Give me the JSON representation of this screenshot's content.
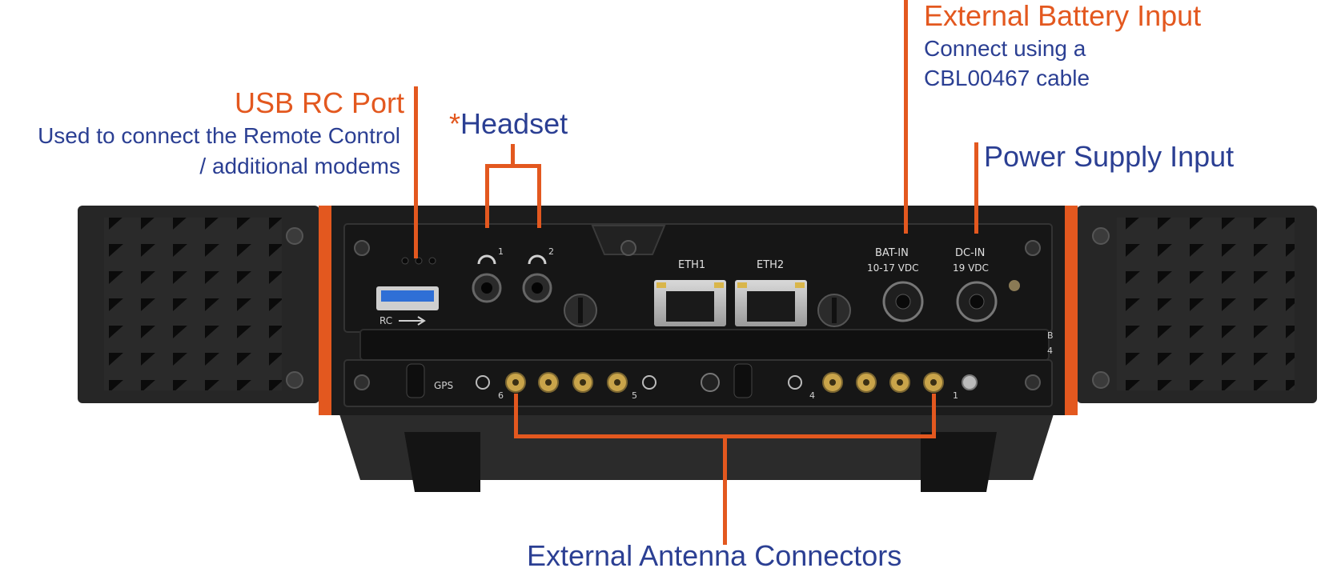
{
  "annotations": {
    "usb_rc": {
      "title": "USB RC Port",
      "desc_line1": "Used to connect the Remote Control",
      "desc_line2": "/ additional modems"
    },
    "headset": {
      "asterisk": "*",
      "title": "Headset"
    },
    "ext_battery": {
      "title": "External Battery Input",
      "desc_line1": "Connect using a",
      "desc_line2": "CBL00467 cable"
    },
    "power_supply": {
      "title": "Power Supply Input"
    },
    "antennas": {
      "title": "External Antenna Connectors"
    }
  },
  "device_labels": {
    "eth1": "ETH1",
    "eth2": "ETH2",
    "bat_in": "BAT-IN",
    "bat_in_rating": "10-17 VDC",
    "dc_in": "DC-IN",
    "dc_in_rating": "19 VDC",
    "gps": "GPS",
    "usb_rc": "RC",
    "headset_1": "1",
    "headset_2": "2",
    "ant_6": "6",
    "ant_5": "5",
    "ant_4": "4",
    "ant_1": "1",
    "side_b": "B",
    "side_4": "4"
  },
  "colors": {
    "accent_orange": "#e3581f",
    "text_blue": "#2b3f93",
    "chassis": "#1e1e1e",
    "usb_blue": "#2f6fd6",
    "gold": "#c9a44a"
  }
}
